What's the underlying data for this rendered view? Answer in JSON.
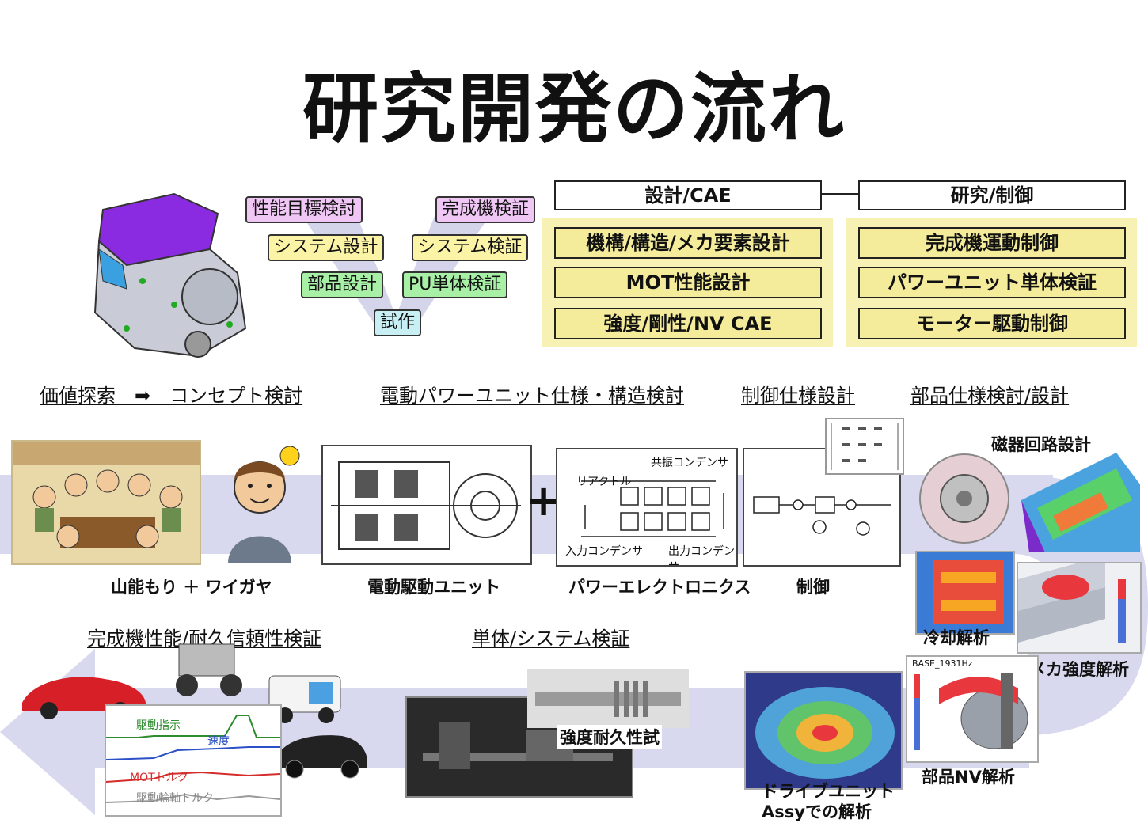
{
  "title": "研究開発の流れ",
  "v_tags": {
    "perf_target": "性能目標検討",
    "system_design": "システム設計",
    "parts_design": "部品設計",
    "prototype": "試作",
    "pu_verify": "PU単体検証",
    "system_verify": "システム検証",
    "complete_verify": "完成機検証"
  },
  "left_group": {
    "header": "設計/CAE",
    "items": [
      "機構/構造/メカ要素設計",
      "MOT性能設計",
      "強度/剛性/NV CAE"
    ]
  },
  "right_group": {
    "header": "研究/制御",
    "items": [
      "完成機運動制御",
      "パワーユニット単体検証",
      "モーター駆動制御"
    ]
  },
  "sections": {
    "concept": "価値探索　➡　コンセプト検討",
    "structure": "電動パワーユニット仕様・構造検討",
    "control": "制御仕様設計",
    "parts": "部品仕様検討/設計",
    "vehicle": "完成機性能/耐久信頼性検証",
    "unit": "単体/システム検証"
  },
  "captions": {
    "brainstorm": "山能もり ＋ ワイガヤ",
    "drive_unit": "電動駆動ユニット",
    "power_elec": "パワーエレクトロニクス",
    "control": "制御",
    "magnetic": "磁器回路設計",
    "cooling": "冷却解析",
    "mech_strength": "メカ強度解析",
    "parts_nv": "部品NV解析",
    "strength_test": "強度耐久性試",
    "drive_assy_1": "ドライブユニット",
    "drive_assy_2": "Assyでの解析",
    "plus": "+"
  },
  "circuit_labels": {
    "reactor": "リアクトル",
    "resonant": "共振コンデンサ",
    "input_cap": "入力コンデンサ",
    "output_cap": "出力コンデンサ"
  },
  "graph_labels": {
    "drive_cmd": "駆動指示",
    "speed": "速度",
    "mot_torque": "MOTトルク",
    "axle_torque": "駆動輪軸トルク"
  },
  "nv_label": "BASE_1931Hz",
  "colors": {
    "purple_tag": "#f0c6f4",
    "yellow_tag": "#fbf3a6",
    "green_tag": "#a8f0a6",
    "cyan_tag": "#c8f0f4",
    "yellow_panel": "#f7f2b3",
    "yellow_box": "#f4ec9a",
    "band": "#d8d8ef"
  }
}
